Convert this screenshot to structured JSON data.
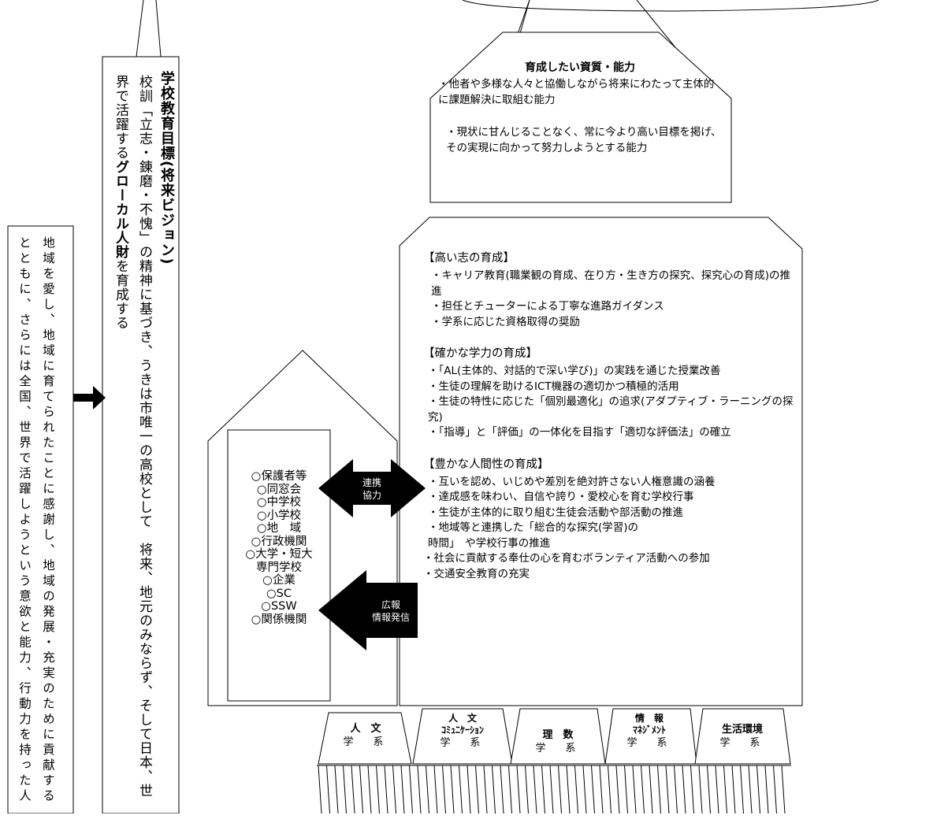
{
  "vision": {
    "title": "学校教育目標(将来ビジョン)",
    "body_parts": [
      "校訓「立志・錬磨・不愧」の精神に基づき、うきは市唯一の高校として　将来、地元のみならず、そして日本、世界で活躍する",
      "グローカル人財",
      "を育成する"
    ]
  },
  "left_note": "地域を愛し、地域に育てられたことに感謝し、地域の発展・充実のために貢献するとともに、さらには全国、世界で活躍しようという意欲と能力、行動力を持った人",
  "qualities": {
    "title": "育成したい資質・能力",
    "items": [
      "・他者や多様な人々と協働しながら将来にわたって主体的に課題解決に取組む能力",
      "・現状に甘んじることなく、常に今より高い目標を掲げ、その実現に向かって努力しようとする能力"
    ]
  },
  "sections": [
    {
      "title": "【高い志の育成】",
      "items": [
        "・キャリア教育(職業観の育成、在り方・生き方の探究、探究心の育成)の推進",
        "・担任とチューターによる丁寧な進路ガイダンス",
        "・学系に応じた資格取得の奨励"
      ]
    },
    {
      "title": "【確かな学力の育成】",
      "items": [
        "・「AL(主体的、対話的で深い学び)」の実践を通じた授業改善",
        "・生徒の理解を助けるICT機器の適切かつ積極的活用",
        "・生徒の特性に応じた「個別最適化」の追求(アダプティブ・ラーニングの探究)",
        "・「指導」と「評価」の一体化を目指す「適切な評価法」の確立"
      ]
    },
    {
      "title": "【豊かな人間性の育成】",
      "items": [
        "・互いを認め、いじめや差別を絶対許さない人権意識の涵養",
        "・達成感を味わい、自信や誇り・愛校心を育む学校行事",
        "・生徒が主体的に取り組む生徒会活動や部活動の推進",
        "・地域等と連携した「総合的な探究(学習)の時間」　や学校行事の推進",
        "・社会に貢献する奉仕の心を育むボランティア活動への参加",
        "・交通安全教育の充実"
      ]
    }
  ],
  "partners": [
    "○保護者等",
    "○同窓会",
    "○中学校",
    "○小学校",
    "○地　域",
    "○行政機関",
    "○大学・短大",
    "専門学校",
    "○企業",
    "○SC",
    "○SSW",
    "○関係機関"
  ],
  "arrows": {
    "cooperation": "連携\n協力",
    "publicity": "広報\n情報発信"
  },
  "courses": [
    {
      "name": "人　文",
      "suffix": "学　系"
    },
    {
      "name": "人　文\nｺﾐｭﾆｹｰｼｮﾝ",
      "suffix": "学　系"
    },
    {
      "name": "理　数",
      "suffix": "学　系"
    },
    {
      "name": "情　報\nﾏﾈｼﾞﾒﾝﾄ",
      "suffix": "学　系"
    },
    {
      "name": "生活環境",
      "suffix": "学　系"
    }
  ],
  "colors": {
    "line": "#000000",
    "arrow_fill": "#000000",
    "arrow_text": "#ffffff",
    "background": "#ffffff"
  }
}
